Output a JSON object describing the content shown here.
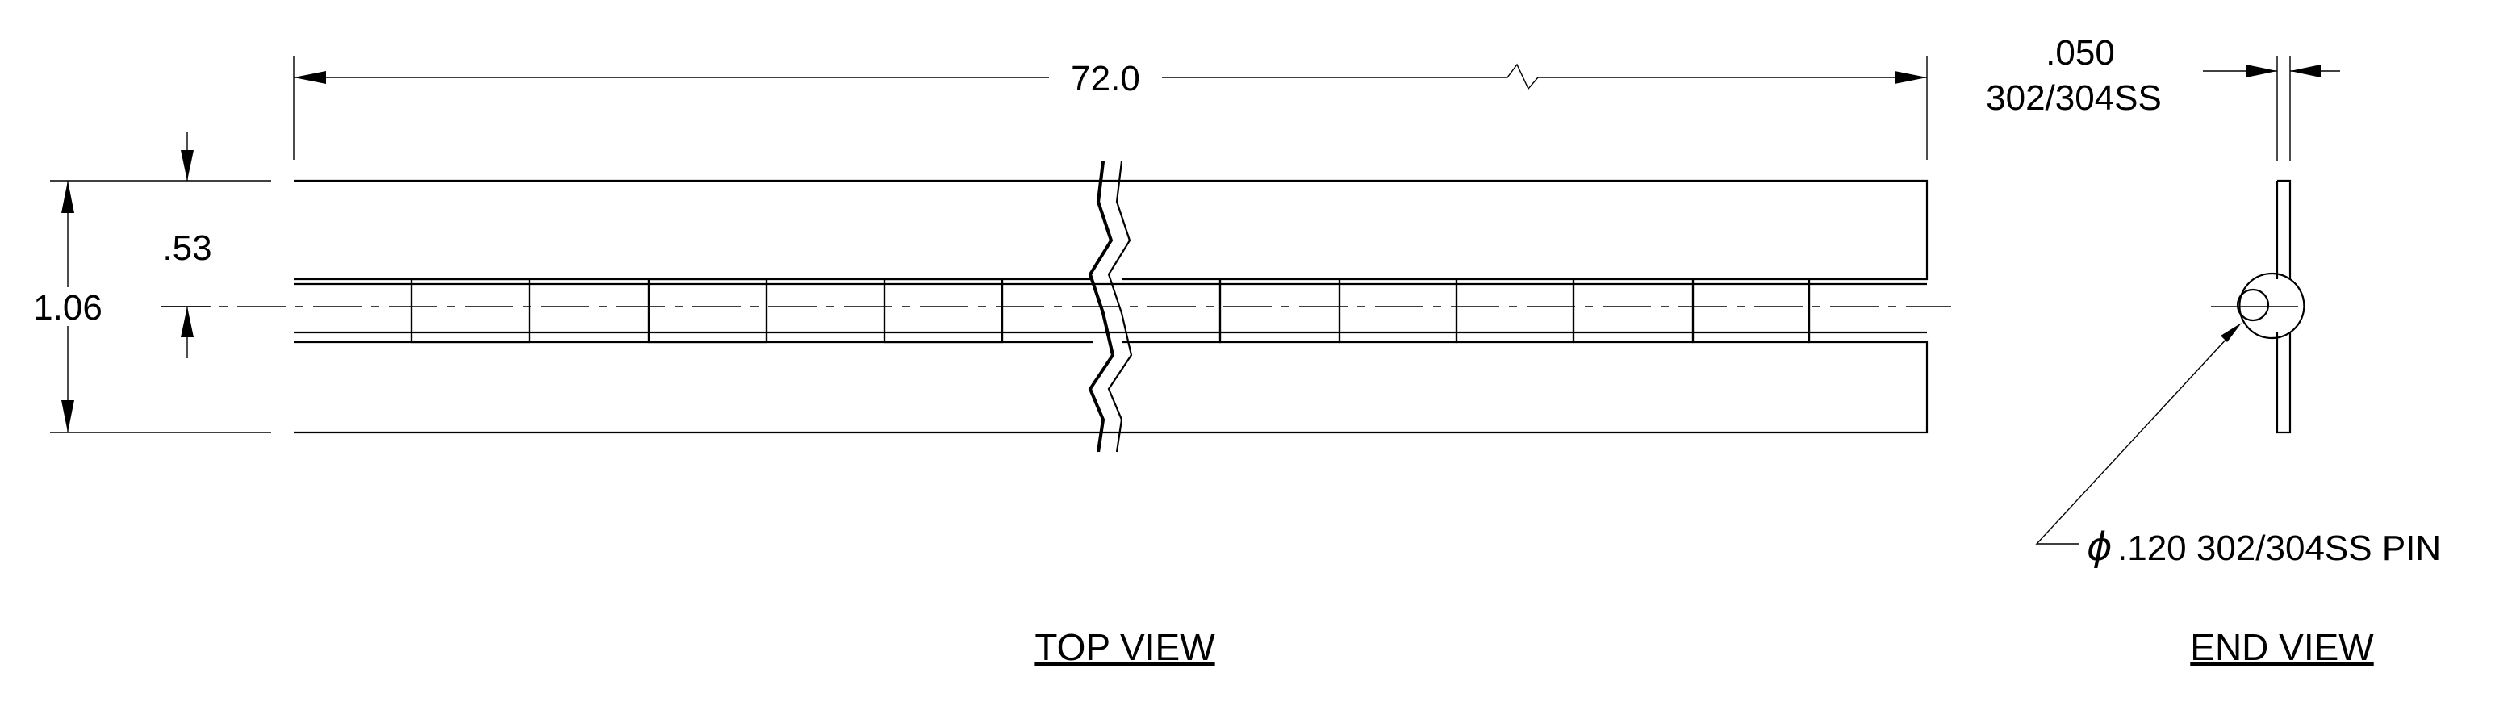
{
  "labels": {
    "overall_length": "72.0",
    "thickness": ".050",
    "leaf_material": "302/304SS",
    "half_width": ".53",
    "overall_width": "1.06",
    "pin_symbol": "ϕ",
    "pin_callout": ".120 302/304SS PIN",
    "top_view": "TOP VIEW",
    "end_view": "END VIEW"
  }
}
